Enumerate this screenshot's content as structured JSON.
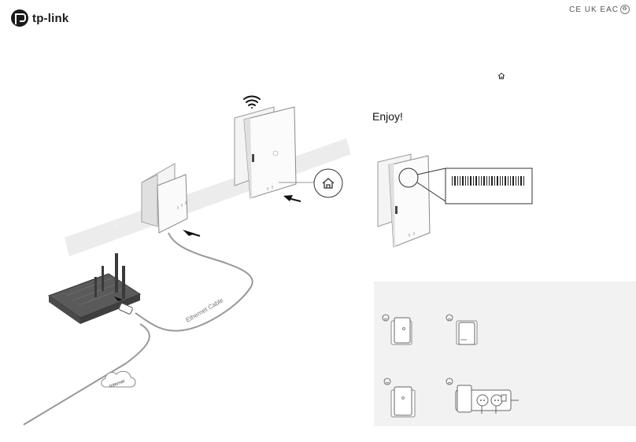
{
  "brand": {
    "name": "tp-link"
  },
  "certifications": {
    "text": "CE UK EAC"
  },
  "enjoy_text": "Enjoy!",
  "ethernet_cable_label": "Ethernet Cable",
  "internet_label": "Internet",
  "colors": {
    "ink": "#1a1a1a",
    "panel": "#f2f2f2",
    "band": "#ececec",
    "line": "#888888"
  },
  "icons": [
    "tp-link-logo",
    "wifi-icon",
    "home-button-icon",
    "arrow-icon",
    "cloud-icon",
    "smile-face-icon",
    "frown-face-icon",
    "recycle-icon"
  ]
}
